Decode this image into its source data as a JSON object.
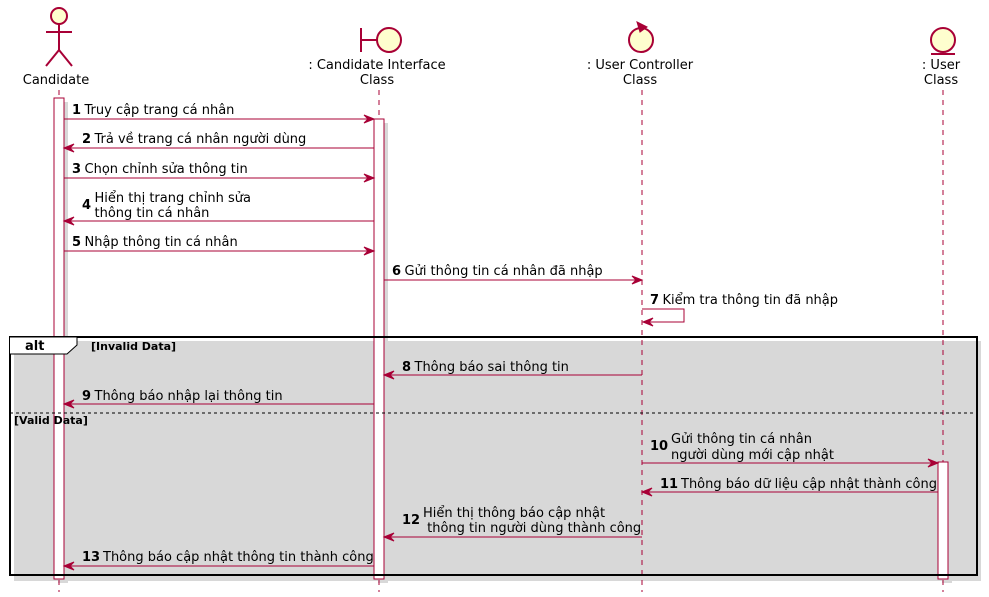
{
  "participants": [
    {
      "line1": "Candidate",
      "line2": ""
    },
    {
      "line1": ": Candidate Interface",
      "line2": "Class"
    },
    {
      "line1": ": User Controller",
      "line2": "Class"
    },
    {
      "line1": ": User",
      "line2": "Class"
    }
  ],
  "messages": [
    {
      "num": "1",
      "lines": [
        "Truy cập trang cá nhân"
      ]
    },
    {
      "num": "2",
      "lines": [
        "Trả về trang cá nhân người dùng"
      ]
    },
    {
      "num": "3",
      "lines": [
        "Chọn chỉnh sửa thông tin"
      ]
    },
    {
      "num": "4",
      "lines": [
        "Hiển thị trang chỉnh sửa",
        "thông tin cá nhân"
      ]
    },
    {
      "num": "5",
      "lines": [
        "Nhập thông tin cá nhân"
      ]
    },
    {
      "num": "6",
      "lines": [
        "Gửi thông tin cá nhân đã nhập"
      ]
    },
    {
      "num": "7",
      "lines": [
        "Kiểm tra thông tin đã nhập"
      ]
    },
    {
      "num": "8",
      "lines": [
        "Thông báo sai thông tin"
      ]
    },
    {
      "num": "9",
      "lines": [
        "Thông báo nhập lại thông tin"
      ]
    },
    {
      "num": "10",
      "lines": [
        "Gửi thông tin cá nhân",
        "người dùng mới cập nhật"
      ]
    },
    {
      "num": "11",
      "lines": [
        "Thông báo dữ liệu cập nhật thành công"
      ]
    },
    {
      "num": "12",
      "lines": [
        "Hiển thị thông báo cập nhật",
        " thông tin người dùng thành công"
      ]
    },
    {
      "num": "13",
      "lines": [
        "Thông báo cập nhật thông tin thành công"
      ]
    }
  ],
  "fragment": {
    "keyword": "alt",
    "guard1": "[Invalid Data]",
    "guard2": "[Valid Data]"
  },
  "colors": {
    "line": "#A80036",
    "fill": "#FEFECE"
  }
}
